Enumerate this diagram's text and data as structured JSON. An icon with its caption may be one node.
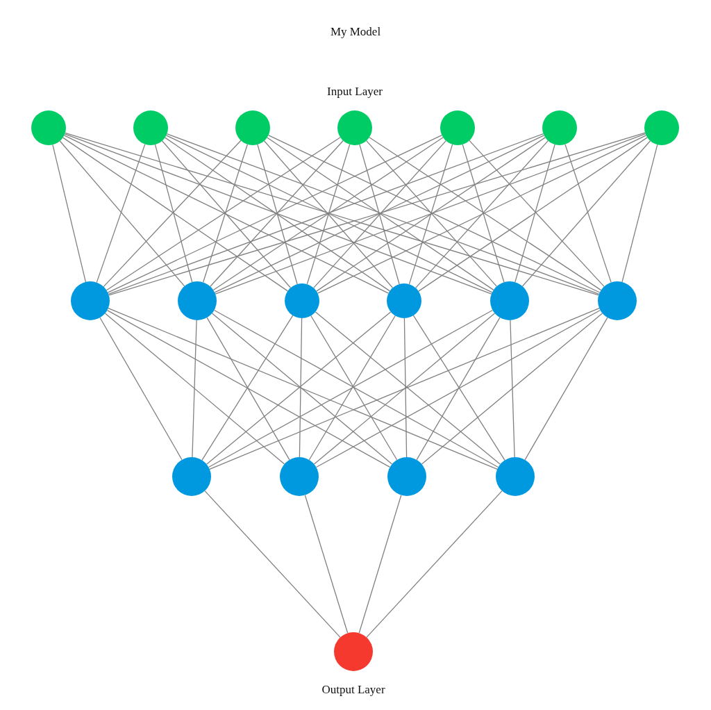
{
  "diagram": {
    "title": "My Model",
    "nodes": [
      {
        "text": [],
        "shape": "circle"
      },
      {
        "text": [],
        "shape": "circle"
      },
      {
        "text": [],
        "shape": "circle"
      },
      {
        "text": [],
        "shape": "circle"
      },
      {
        "text": [],
        "shape": "circle"
      },
      {
        "text": [],
        "shape": "circle"
      },
      {
        "text": [],
        "shape": "circle"
      },
      {
        "text": [],
        "shape": "circle"
      },
      {
        "text": [],
        "shape": "circle"
      },
      {
        "text": [],
        "shape": "circle"
      },
      {
        "text": [],
        "shape": "circle"
      },
      {
        "text": [],
        "shape": "circle"
      },
      {
        "text": [],
        "shape": "circle"
      },
      {
        "text": [],
        "shape": "circle"
      },
      {
        "text": [],
        "shape": "circle"
      },
      {
        "text": [],
        "shape": "circle"
      },
      {
        "text": [],
        "shape": "circle"
      },
      {
        "text": [],
        "shape": "circle"
      }
    ],
    "edges": [
      {
        "from": 0,
        "to": 7,
        "arrow": "none"
      },
      {
        "from": 0,
        "to": 8,
        "arrow": "none"
      },
      {
        "from": 0,
        "to": 9,
        "arrow": "none"
      },
      {
        "from": 0,
        "to": 10,
        "arrow": "none"
      },
      {
        "from": 0,
        "to": 11,
        "arrow": "none"
      },
      {
        "from": 0,
        "to": 12,
        "arrow": "none"
      },
      {
        "from": 1,
        "to": 7,
        "arrow": "none"
      },
      {
        "from": 1,
        "to": 8,
        "arrow": "none"
      },
      {
        "from": 1,
        "to": 9,
        "arrow": "none"
      },
      {
        "from": 1,
        "to": 10,
        "arrow": "none"
      },
      {
        "from": 1,
        "to": 11,
        "arrow": "none"
      },
      {
        "from": 1,
        "to": 12,
        "arrow": "none"
      },
      {
        "from": 2,
        "to": 7,
        "arrow": "none"
      },
      {
        "from": 2,
        "to": 8,
        "arrow": "none"
      },
      {
        "from": 2,
        "to": 9,
        "arrow": "none"
      },
      {
        "from": 2,
        "to": 10,
        "arrow": "none"
      },
      {
        "from": 2,
        "to": 11,
        "arrow": "none"
      },
      {
        "from": 2,
        "to": 12,
        "arrow": "none"
      },
      {
        "from": 3,
        "to": 7,
        "arrow": "none"
      },
      {
        "from": 3,
        "to": 8,
        "arrow": "none"
      },
      {
        "from": 3,
        "to": 9,
        "arrow": "none"
      },
      {
        "from": 3,
        "to": 10,
        "arrow": "none"
      },
      {
        "from": 3,
        "to": 11,
        "arrow": "none"
      },
      {
        "from": 3,
        "to": 12,
        "arrow": "none"
      },
      {
        "from": 4,
        "to": 7,
        "arrow": "none"
      },
      {
        "from": 4,
        "to": 8,
        "arrow": "none"
      },
      {
        "from": 4,
        "to": 9,
        "arrow": "none"
      },
      {
        "from": 4,
        "to": 10,
        "arrow": "none"
      },
      {
        "from": 4,
        "to": 11,
        "arrow": "none"
      },
      {
        "from": 4,
        "to": 12,
        "arrow": "none"
      },
      {
        "from": 5,
        "to": 7,
        "arrow": "none"
      },
      {
        "from": 5,
        "to": 8,
        "arrow": "none"
      },
      {
        "from": 5,
        "to": 9,
        "arrow": "none"
      },
      {
        "from": 5,
        "to": 10,
        "arrow": "none"
      },
      {
        "from": 5,
        "to": 11,
        "arrow": "none"
      },
      {
        "from": 5,
        "to": 12,
        "arrow": "none"
      },
      {
        "from": 6,
        "to": 7,
        "arrow": "none"
      },
      {
        "from": 6,
        "to": 8,
        "arrow": "none"
      },
      {
        "from": 6,
        "to": 9,
        "arrow": "none"
      },
      {
        "from": 6,
        "to": 10,
        "arrow": "none"
      },
      {
        "from": 6,
        "to": 11,
        "arrow": "none"
      },
      {
        "from": 6,
        "to": 12,
        "arrow": "none"
      },
      {
        "from": 7,
        "to": 13,
        "arrow": "none"
      },
      {
        "from": 7,
        "to": 14,
        "arrow": "none"
      },
      {
        "from": 7,
        "to": 15,
        "arrow": "none"
      },
      {
        "from": 7,
        "to": 16,
        "arrow": "none"
      },
      {
        "from": 8,
        "to": 13,
        "arrow": "none"
      },
      {
        "from": 8,
        "to": 14,
        "arrow": "none"
      },
      {
        "from": 8,
        "to": 15,
        "arrow": "none"
      },
      {
        "from": 8,
        "to": 16,
        "arrow": "none"
      },
      {
        "from": 9,
        "to": 13,
        "arrow": "none"
      },
      {
        "from": 9,
        "to": 14,
        "arrow": "none"
      },
      {
        "from": 9,
        "to": 15,
        "arrow": "none"
      },
      {
        "from": 9,
        "to": 16,
        "arrow": "none"
      },
      {
        "from": 10,
        "to": 13,
        "arrow": "none"
      },
      {
        "from": 10,
        "to": 14,
        "arrow": "none"
      },
      {
        "from": 10,
        "to": 15,
        "arrow": "none"
      },
      {
        "from": 10,
        "to": 16,
        "arrow": "none"
      },
      {
        "from": 11,
        "to": 13,
        "arrow": "none"
      },
      {
        "from": 11,
        "to": 14,
        "arrow": "none"
      },
      {
        "from": 11,
        "to": 15,
        "arrow": "none"
      },
      {
        "from": 11,
        "to": 16,
        "arrow": "none"
      },
      {
        "from": 12,
        "to": 13,
        "arrow": "none"
      },
      {
        "from": 12,
        "to": 14,
        "arrow": "none"
      },
      {
        "from": 12,
        "to": 15,
        "arrow": "none"
      },
      {
        "from": 12,
        "to": 16,
        "arrow": "none"
      },
      {
        "from": 13,
        "to": 17,
        "arrow": "none"
      },
      {
        "from": 14,
        "to": 17,
        "arrow": "none"
      },
      {
        "from": 15,
        "to": 17,
        "arrow": "none"
      },
      {
        "from": 16,
        "to": 17,
        "arrow": "none"
      }
    ],
    "labels": [
      "Input Layer",
      "Output Layer"
    ]
  }
}
